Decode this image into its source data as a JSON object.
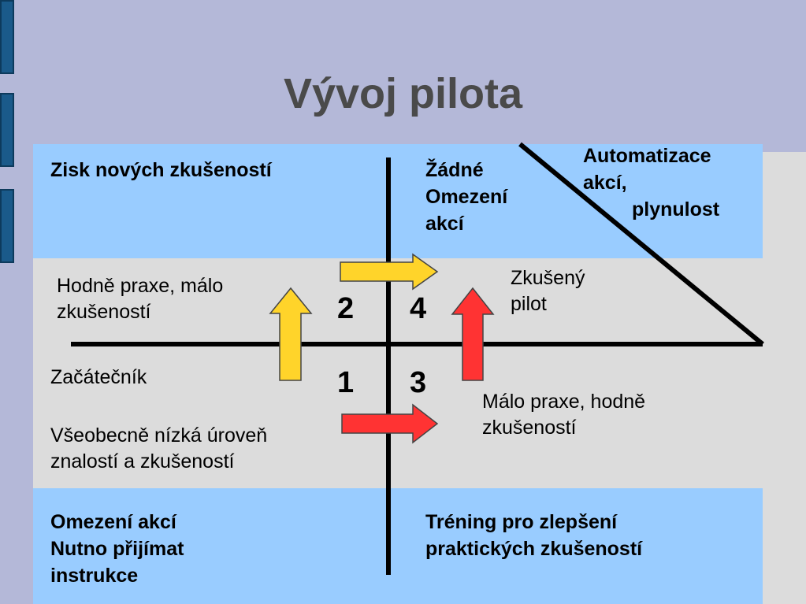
{
  "title": "Vývoj pilota",
  "top_left": "Zisk nových zkušeností",
  "top_middle": [
    "Žádné",
    "Omezení",
    "akcí"
  ],
  "top_right": [
    "Automatizace",
    "akcí,",
    "plynulost"
  ],
  "quadrant_2": [
    "Hodně praxe, málo",
    "zkušeností"
  ],
  "quadrant_4": [
    "Zkušený",
    "pilot"
  ],
  "quadrant_1_label": "Začátečník",
  "quadrant_1_desc": [
    "Všeobecně nízká úroveň",
    "znalostí a zkušeností"
  ],
  "quadrant_3": [
    "Málo praxe, hodně",
    "zkušeností"
  ],
  "numbers": {
    "n1": "1",
    "n2": "2",
    "n3": "3",
    "n4": "4"
  },
  "bottom_left": [
    "Omezení akcí",
    "Nutno přijímat",
    "instrukce"
  ],
  "bottom_right": [
    "Tréning pro zlepšení",
    "praktických zkušeností"
  ],
  "colors": {
    "band": "#99ccff",
    "panel": "#dcdcdc",
    "arrow_yellow": "#ffd42a",
    "arrow_red": "#ff3333",
    "background": "#b4b8d8"
  }
}
